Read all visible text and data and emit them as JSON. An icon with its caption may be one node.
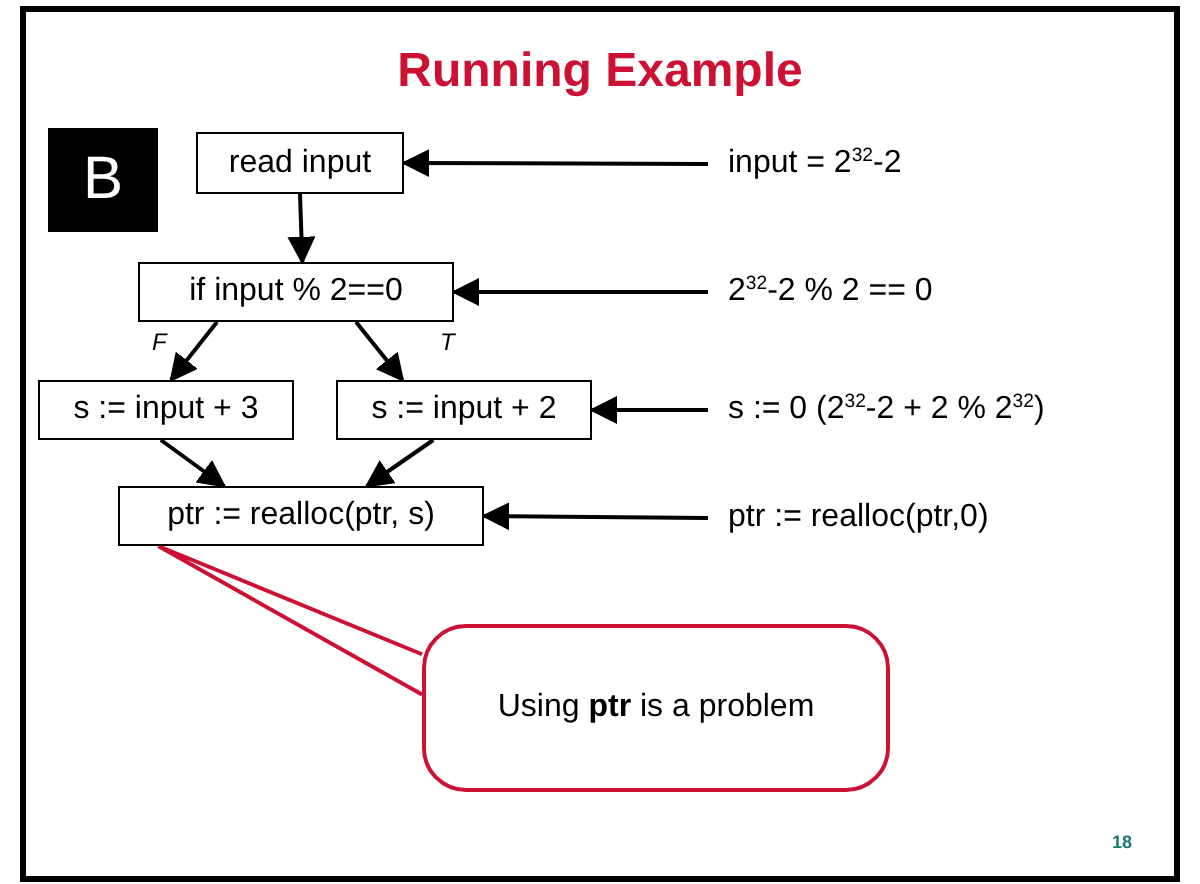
{
  "diagram": {
    "title": "Running Example",
    "nodes": [
      {
        "text": [
          "B"
        ]
      },
      {
        "text": [
          "read input"
        ]
      },
      {
        "text": [
          "if input % 2==0"
        ]
      },
      {
        "text": [
          "s := input + 3"
        ]
      },
      {
        "text": [
          "s := input + 2"
        ]
      },
      {
        "text": [
          "ptr := realloc(ptr, s)"
        ]
      },
      {
        "text": [
          "input = 2$^{32}$-2"
        ]
      },
      {
        "text": [
          "2$^{32}$-2 % 2 == 0"
        ]
      },
      {
        "text": [
          "s := 0 (2$^{32}$-2 + 2 % 2$^{32}$)"
        ]
      },
      {
        "text": [
          "ptr := realloc(ptr,0)"
        ]
      },
      {
        "text": [
          "Using **ptr** is a problem"
        ]
      }
    ],
    "edges": [
      {
        "from": 1,
        "to": 2,
        "arrow": "to"
      },
      {
        "from": 2,
        "to": 3,
        "arrow": "to",
        "label": "F"
      },
      {
        "from": 2,
        "to": 4,
        "arrow": "to",
        "label": "T"
      },
      {
        "from": 3,
        "to": 5,
        "arrow": "to"
      },
      {
        "from": 4,
        "to": 5,
        "arrow": "to"
      },
      {
        "from": 6,
        "to": 1,
        "arrow": "to"
      },
      {
        "from": 7,
        "to": 2,
        "arrow": "to"
      },
      {
        "from": 8,
        "to": 4,
        "arrow": "to"
      },
      {
        "from": 9,
        "to": 5,
        "arrow": "to"
      },
      {
        "from": 10,
        "to": 5,
        "arrow": "none",
        "color": "#cc1133"
      }
    ],
    "labels": [
      "18"
    ]
  }
}
